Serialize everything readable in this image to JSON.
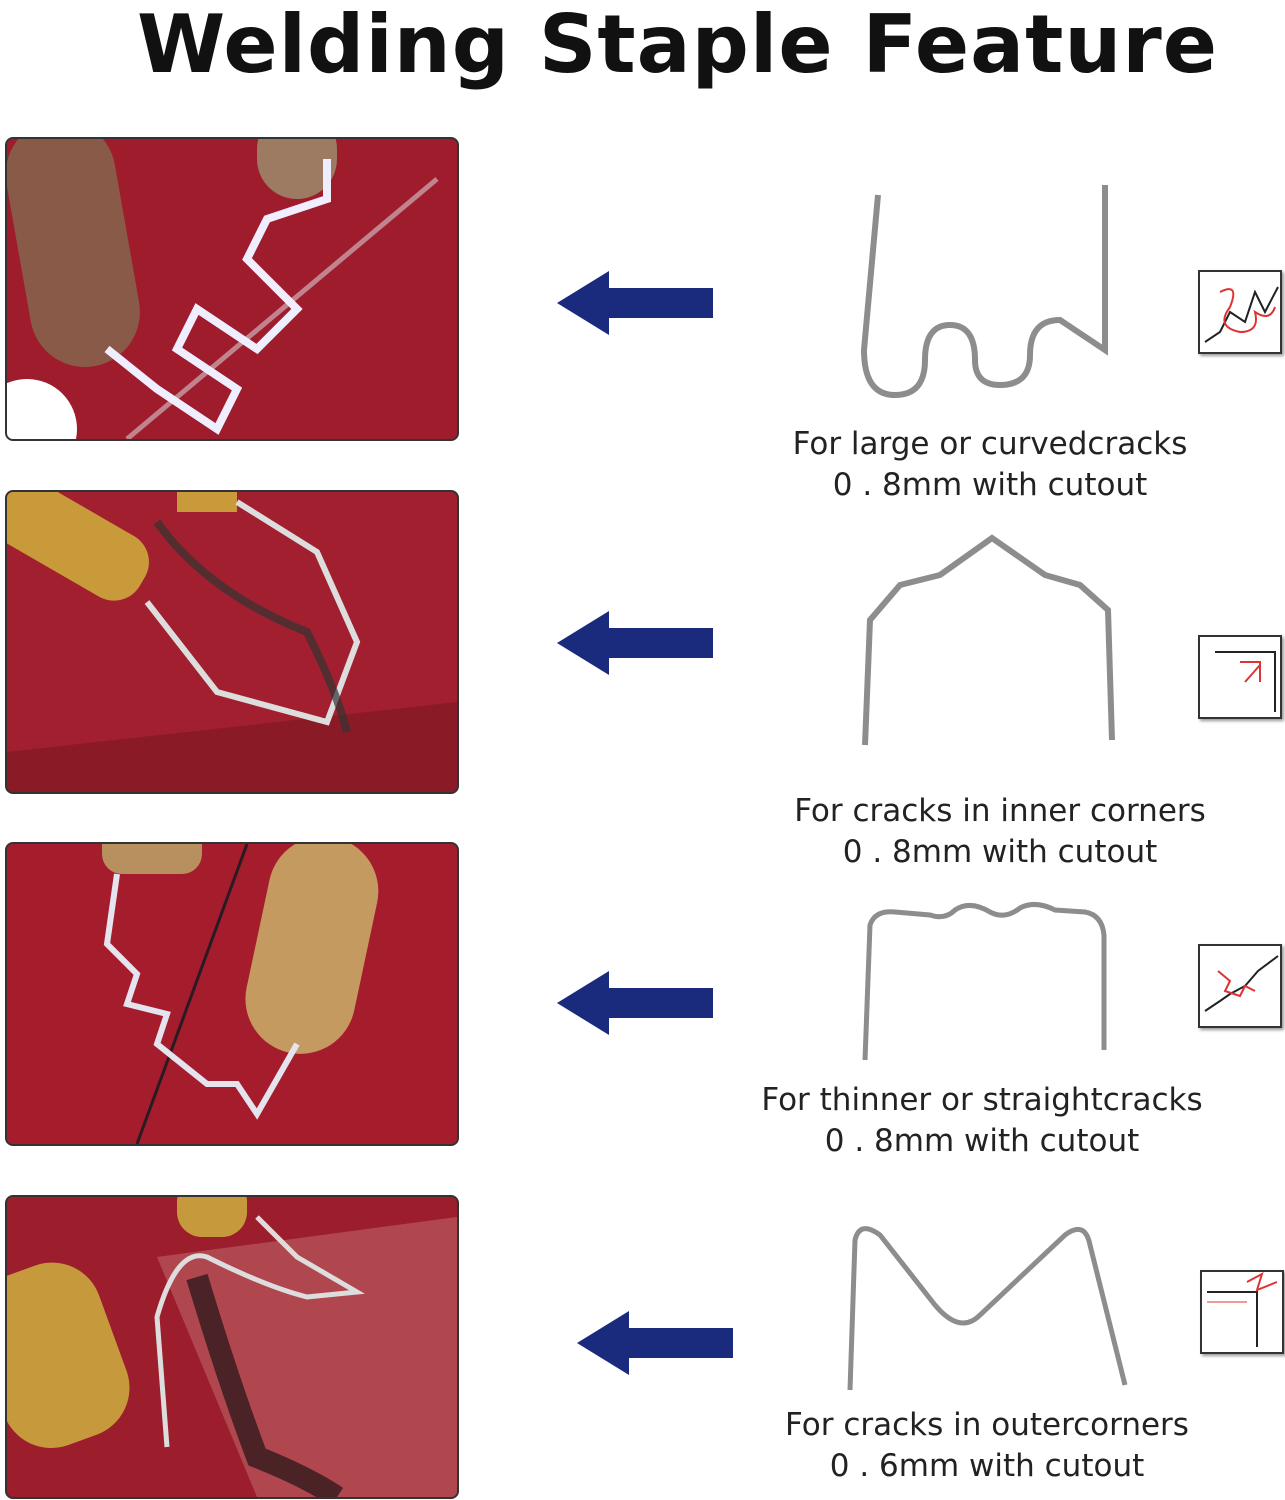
{
  "title": "Welding Staple Feature",
  "colors": {
    "arrow": "#1a2a7c",
    "paint": "#a51c2e",
    "wire": "#9a9a9a"
  },
  "rows": [
    {
      "caption_line1": "For large or curvedcracks",
      "caption_line2": "0 . 8mm with cutout",
      "staple": "wave-staple",
      "icon": "curved-crack-icon"
    },
    {
      "caption_line1": "For cracks in inner corners",
      "caption_line2": "0 . 8mm with cutout",
      "staple": "inner-corner-staple",
      "icon": "inner-corner-icon"
    },
    {
      "caption_line1": "For thinner or straightcracks",
      "caption_line2": "0 . 8mm with cutout",
      "staple": "flat-wave-staple",
      "icon": "straight-crack-icon"
    },
    {
      "caption_line1": "For cracks in outercorners",
      "caption_line2": "0 . 6mm with cutout",
      "staple": "outer-corner-staple",
      "icon": "outer-corner-icon"
    }
  ]
}
